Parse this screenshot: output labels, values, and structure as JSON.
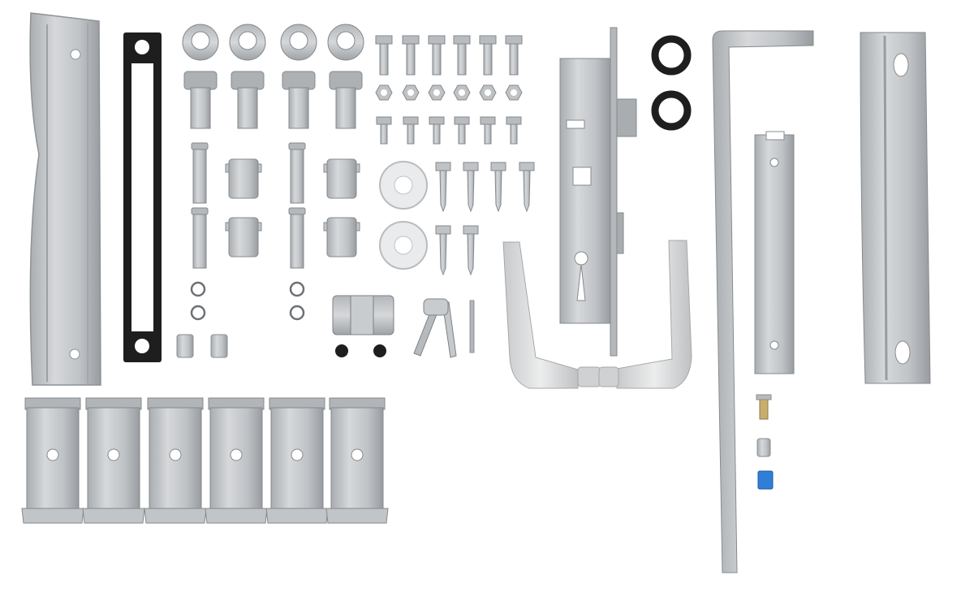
{
  "scene": {
    "subject": "gate-hardware-kit",
    "background_color": "#ffffff",
    "colors": {
      "galvanized": "#c3c6c8",
      "galvanized_dark": "#9a9ea1",
      "galvanized_light": "#dfe1e2",
      "steel": "#b9bcbf",
      "aluminium": "#d9dbdc",
      "black": "#1e1e1e",
      "brass": "#c9ae6a",
      "clear_plastic": "#e9ebec",
      "blue_clip": "#2f7fd6"
    },
    "item_counts": {
      "long_brackets": 2,
      "black_frame_plate": 1,
      "eye_bolts": 4,
      "hex_bolts": 6,
      "hex_nuts": 6,
      "short_bolts": 6,
      "pins": 4,
      "bushings": 4,
      "circlips": 4,
      "small_inserts": 2,
      "clear_washers": 2,
      "self_drilling_screws": 6,
      "lock_cylinder": 1,
      "keys": 3,
      "mortise_lock": 1,
      "door_handles": 2,
      "rubber_rings": 2,
      "drop_bar": 1,
      "strike_plate": 1,
      "channel_bracket": 1,
      "mounting_clamps": 6,
      "small_parts": 3
    }
  }
}
